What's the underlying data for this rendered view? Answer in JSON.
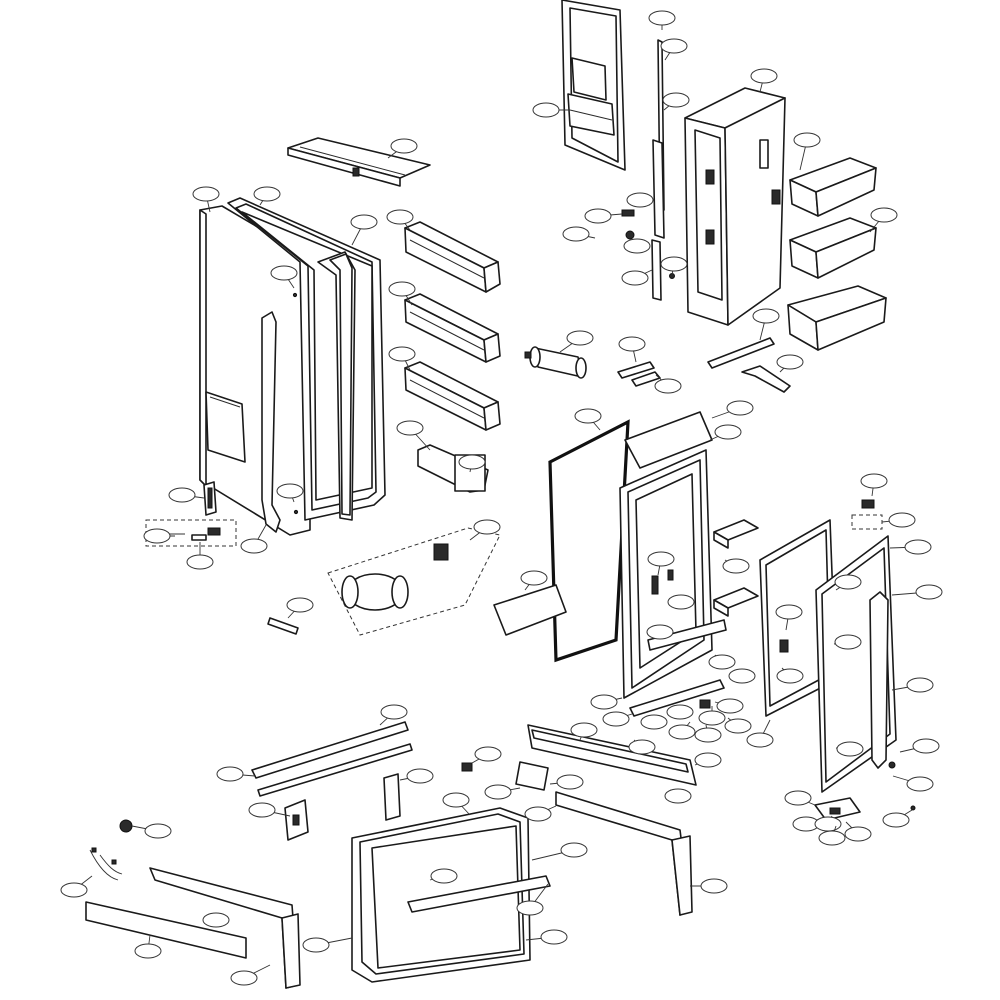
{
  "diagram": {
    "callouts": [
      {
        "id": "c1"
      },
      {
        "id": "c2"
      },
      {
        "id": "c3"
      },
      {
        "id": "c4"
      },
      {
        "id": "c5"
      },
      {
        "id": "c6"
      },
      {
        "id": "c7"
      },
      {
        "id": "c8"
      },
      {
        "id": "c9"
      },
      {
        "id": "c10"
      },
      {
        "id": "c11"
      },
      {
        "id": "c12"
      },
      {
        "id": "c13"
      },
      {
        "id": "c14"
      },
      {
        "id": "c15"
      },
      {
        "id": "c16"
      },
      {
        "id": "c17"
      },
      {
        "id": "c18"
      },
      {
        "id": "c19"
      },
      {
        "id": "c20"
      },
      {
        "id": "c21"
      },
      {
        "id": "c22"
      },
      {
        "id": "c23"
      },
      {
        "id": "c24"
      },
      {
        "id": "c25"
      },
      {
        "id": "c26"
      },
      {
        "id": "c27"
      },
      {
        "id": "c28"
      },
      {
        "id": "c29"
      },
      {
        "id": "c30"
      },
      {
        "id": "c31"
      },
      {
        "id": "c32"
      },
      {
        "id": "c33"
      },
      {
        "id": "c34"
      },
      {
        "id": "c35"
      },
      {
        "id": "c36"
      },
      {
        "id": "c37"
      },
      {
        "id": "c38"
      },
      {
        "id": "c39"
      },
      {
        "id": "c40"
      },
      {
        "id": "c41"
      },
      {
        "id": "c42"
      },
      {
        "id": "c43"
      },
      {
        "id": "c44"
      },
      {
        "id": "c45"
      },
      {
        "id": "c46"
      },
      {
        "id": "c47"
      },
      {
        "id": "c48"
      },
      {
        "id": "c49"
      },
      {
        "id": "c50"
      },
      {
        "id": "c51"
      },
      {
        "id": "c52"
      },
      {
        "id": "c53"
      },
      {
        "id": "c54"
      },
      {
        "id": "c55"
      },
      {
        "id": "c56"
      },
      {
        "id": "c57"
      },
      {
        "id": "c58"
      },
      {
        "id": "c59"
      },
      {
        "id": "c60"
      },
      {
        "id": "c61"
      },
      {
        "id": "c62"
      },
      {
        "id": "c63"
      },
      {
        "id": "c64"
      },
      {
        "id": "c65"
      },
      {
        "id": "c66"
      },
      {
        "id": "c67"
      },
      {
        "id": "c68"
      },
      {
        "id": "c69"
      },
      {
        "id": "c70"
      },
      {
        "id": "c71"
      },
      {
        "id": "c72"
      },
      {
        "id": "c73"
      },
      {
        "id": "c74"
      },
      {
        "id": "c75"
      },
      {
        "id": "c76"
      },
      {
        "id": "c77"
      },
      {
        "id": "c78"
      },
      {
        "id": "c79"
      },
      {
        "id": "c80"
      },
      {
        "id": "c81"
      },
      {
        "id": "c82"
      },
      {
        "id": "c83"
      },
      {
        "id": "c84"
      },
      {
        "id": "c85"
      },
      {
        "id": "c86"
      },
      {
        "id": "c87"
      },
      {
        "id": "c88"
      },
      {
        "id": "c89"
      },
      {
        "id": "c90"
      },
      {
        "id": "c91"
      },
      {
        "id": "c92"
      },
      {
        "id": "c93"
      },
      {
        "id": "c94"
      },
      {
        "id": "c95"
      },
      {
        "id": "c96"
      },
      {
        "id": "c97"
      },
      {
        "id": "c98"
      },
      {
        "id": "c99"
      },
      {
        "id": "c100"
      }
    ]
  }
}
